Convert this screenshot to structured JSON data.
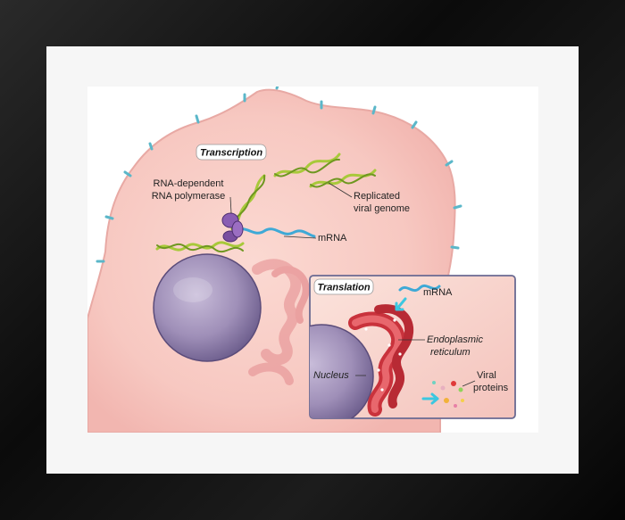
{
  "labels": {
    "transcription": "Transcription",
    "polymerase_line1": "RNA-dependent",
    "polymerase_line2": "RNA polymerase",
    "replicated_line1": "Replicated",
    "replicated_line2": "viral genome",
    "mrna": "mRNA",
    "translation": "Translation",
    "mrna_inset": "mRNA",
    "er_line1": "Endoplasmic",
    "er_line2": "reticulum",
    "nucleus": "Nucleus",
    "viral_line1": "Viral",
    "viral_line2": "proteins"
  },
  "colors": {
    "frame": "#111111",
    "mat": "#f6f6f6",
    "cell_membrane": "#f3c8c4",
    "cell_interior": "#f9d6cf",
    "nucleus": "#9c8bb3",
    "er": "#d8434a",
    "genome_strand": "#a8c93a",
    "mrna_strand": "#3ea9d6",
    "polymerase": "#7a4fa0",
    "inset_border": "#6a6a92"
  }
}
